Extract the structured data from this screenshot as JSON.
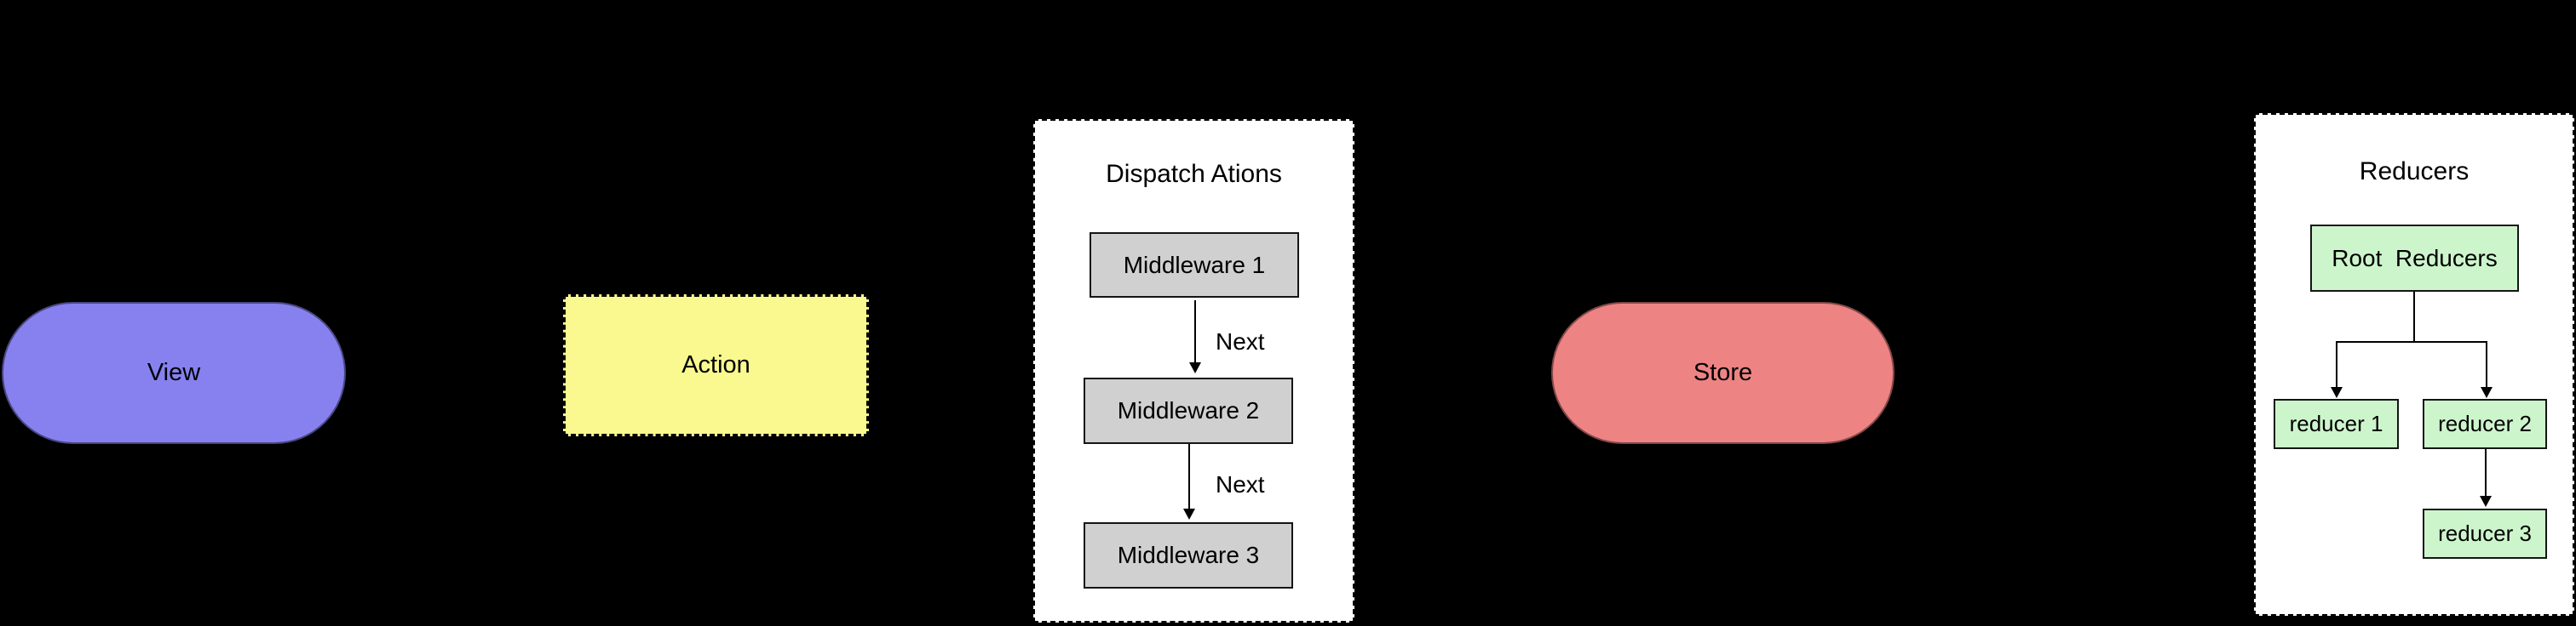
{
  "diagram": {
    "background": "#000000",
    "view": {
      "label": "View",
      "fill": "#8781F0"
    },
    "action": {
      "label": "Action",
      "fill": "#F9F98F"
    },
    "store": {
      "label": "Store",
      "fill": "#EE8383"
    },
    "dispatch": {
      "title": "Dispatch Ations",
      "box_fill": "#D0D0D0",
      "middlewares": [
        "Middleware 1",
        "Middleware 2",
        "Middleware 3"
      ],
      "edge_labels": [
        "Next",
        "Next"
      ]
    },
    "reducers": {
      "title": "Reducers",
      "box_fill": "#CDF5CC",
      "root_label": "Root  Reducers",
      "children": [
        "reducer 1",
        "reducer 2",
        "reducer 3"
      ]
    }
  }
}
